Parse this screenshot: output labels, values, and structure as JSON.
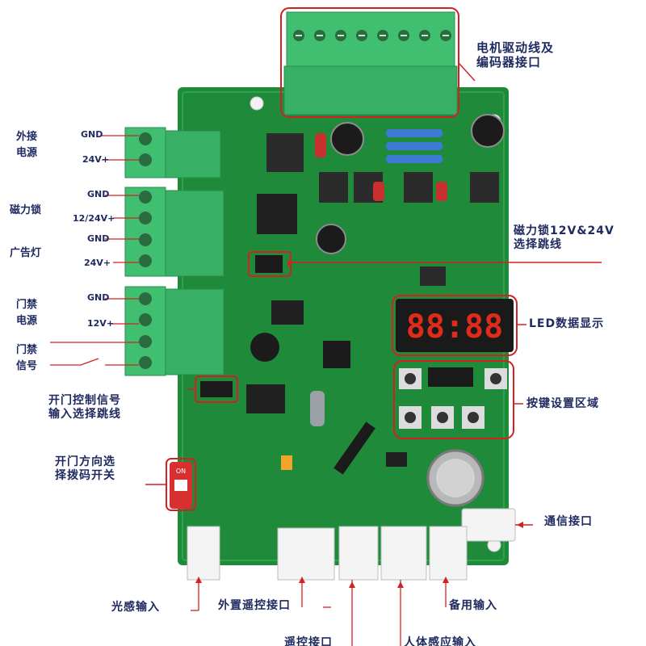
{
  "annotations": {
    "motor": [
      "电机驱动线及",
      "编码器接口"
    ],
    "ext_power": [
      "外接",
      "电源"
    ],
    "maglock": "磁力锁",
    "ad_light": "广告灯",
    "access_power": [
      "门禁",
      "电源"
    ],
    "access_signal": [
      "门禁",
      "信号"
    ],
    "maglock_jumper": [
      "磁力锁12V&24V",
      "选择跳线"
    ],
    "led_display": "LED数据显示",
    "keys": "按键设置区域",
    "open_signal": [
      "开门控制信号",
      "输入选择跳线"
    ],
    "dir_switch": [
      "开门方向选",
      "择拨码开关"
    ],
    "comm": "通信接口",
    "photo": "光感输入",
    "ext_remote": "外置遥控接口",
    "spare": "备用输入",
    "remote_port_cut": "遥控接口",
    "sensor_cut": "人体感应输入"
  },
  "pin_labels": {
    "gnd1": "GND",
    "v24_1": "24V+",
    "gnd2": "GND",
    "v1224": "12/24V+",
    "gnd3": "GND",
    "v24_2": "24V+",
    "gnd4": "GND",
    "v12": "12V+"
  },
  "led_digits": "88:88",
  "dip_switch_text": "ON",
  "colors": {
    "pcb": "#1f8a3a",
    "terminal": "#39b26a",
    "outline": "#d42020",
    "annotation_text": "#1f2a60",
    "led": "#e02a1a"
  }
}
